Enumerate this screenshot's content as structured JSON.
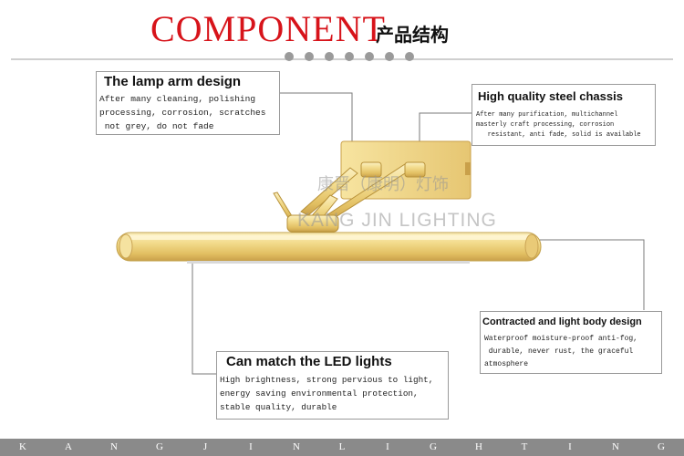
{
  "header": {
    "title": "COMPONENT",
    "title_cn": "产品结构",
    "dot_count": 7
  },
  "callouts": {
    "arm": {
      "title": "The lamp arm design",
      "lines": [
        "After many cleaning, polishing",
        "processing, corrosion, scratches",
        " not grey, do not fade"
      ]
    },
    "chassis": {
      "title": "High quality steel chassis",
      "lines": [
        "After many purification, multichannel",
        "masterly craft processing, corrosion",
        "   resistant, anti fade, solid is available"
      ]
    },
    "body": {
      "title": "Contracted and light body design",
      "lines": [
        "Waterproof moisture-proof anti-fog,",
        " durable, never rust, the graceful",
        "atmosphere"
      ]
    },
    "led": {
      "title": "Can match the LED lights",
      "lines": [
        "High brightness, strong pervious to light,",
        "energy saving environmental protection,",
        "stable quality, durable"
      ]
    }
  },
  "watermark": {
    "cn": "康晋（康明）灯饰",
    "en": "KANG JIN LIGHTING"
  },
  "footer": {
    "letters": [
      "K",
      "A",
      "N",
      "G",
      "J",
      "I",
      "N",
      "L",
      "I",
      "G",
      "H",
      "T",
      "I",
      "N",
      "G"
    ]
  },
  "colors": {
    "accent_red": "#d7131a",
    "brass_light": "#f7e7a6",
    "brass_mid": "#e8c869",
    "brass_dark": "#b8923a",
    "footer_bar": "#8a8a8a"
  }
}
